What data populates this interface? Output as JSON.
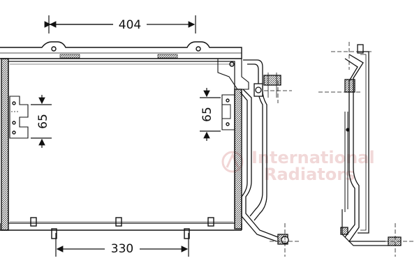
{
  "dimensions": {
    "top_width": "404",
    "bottom_width": "330",
    "left_bracket_height": "65",
    "right_bracket_height": "65"
  },
  "watermark": {
    "line1": "International",
    "line2": "Radiators"
  },
  "colors": {
    "line": "#111111",
    "watermark": "#e7b9b9"
  }
}
